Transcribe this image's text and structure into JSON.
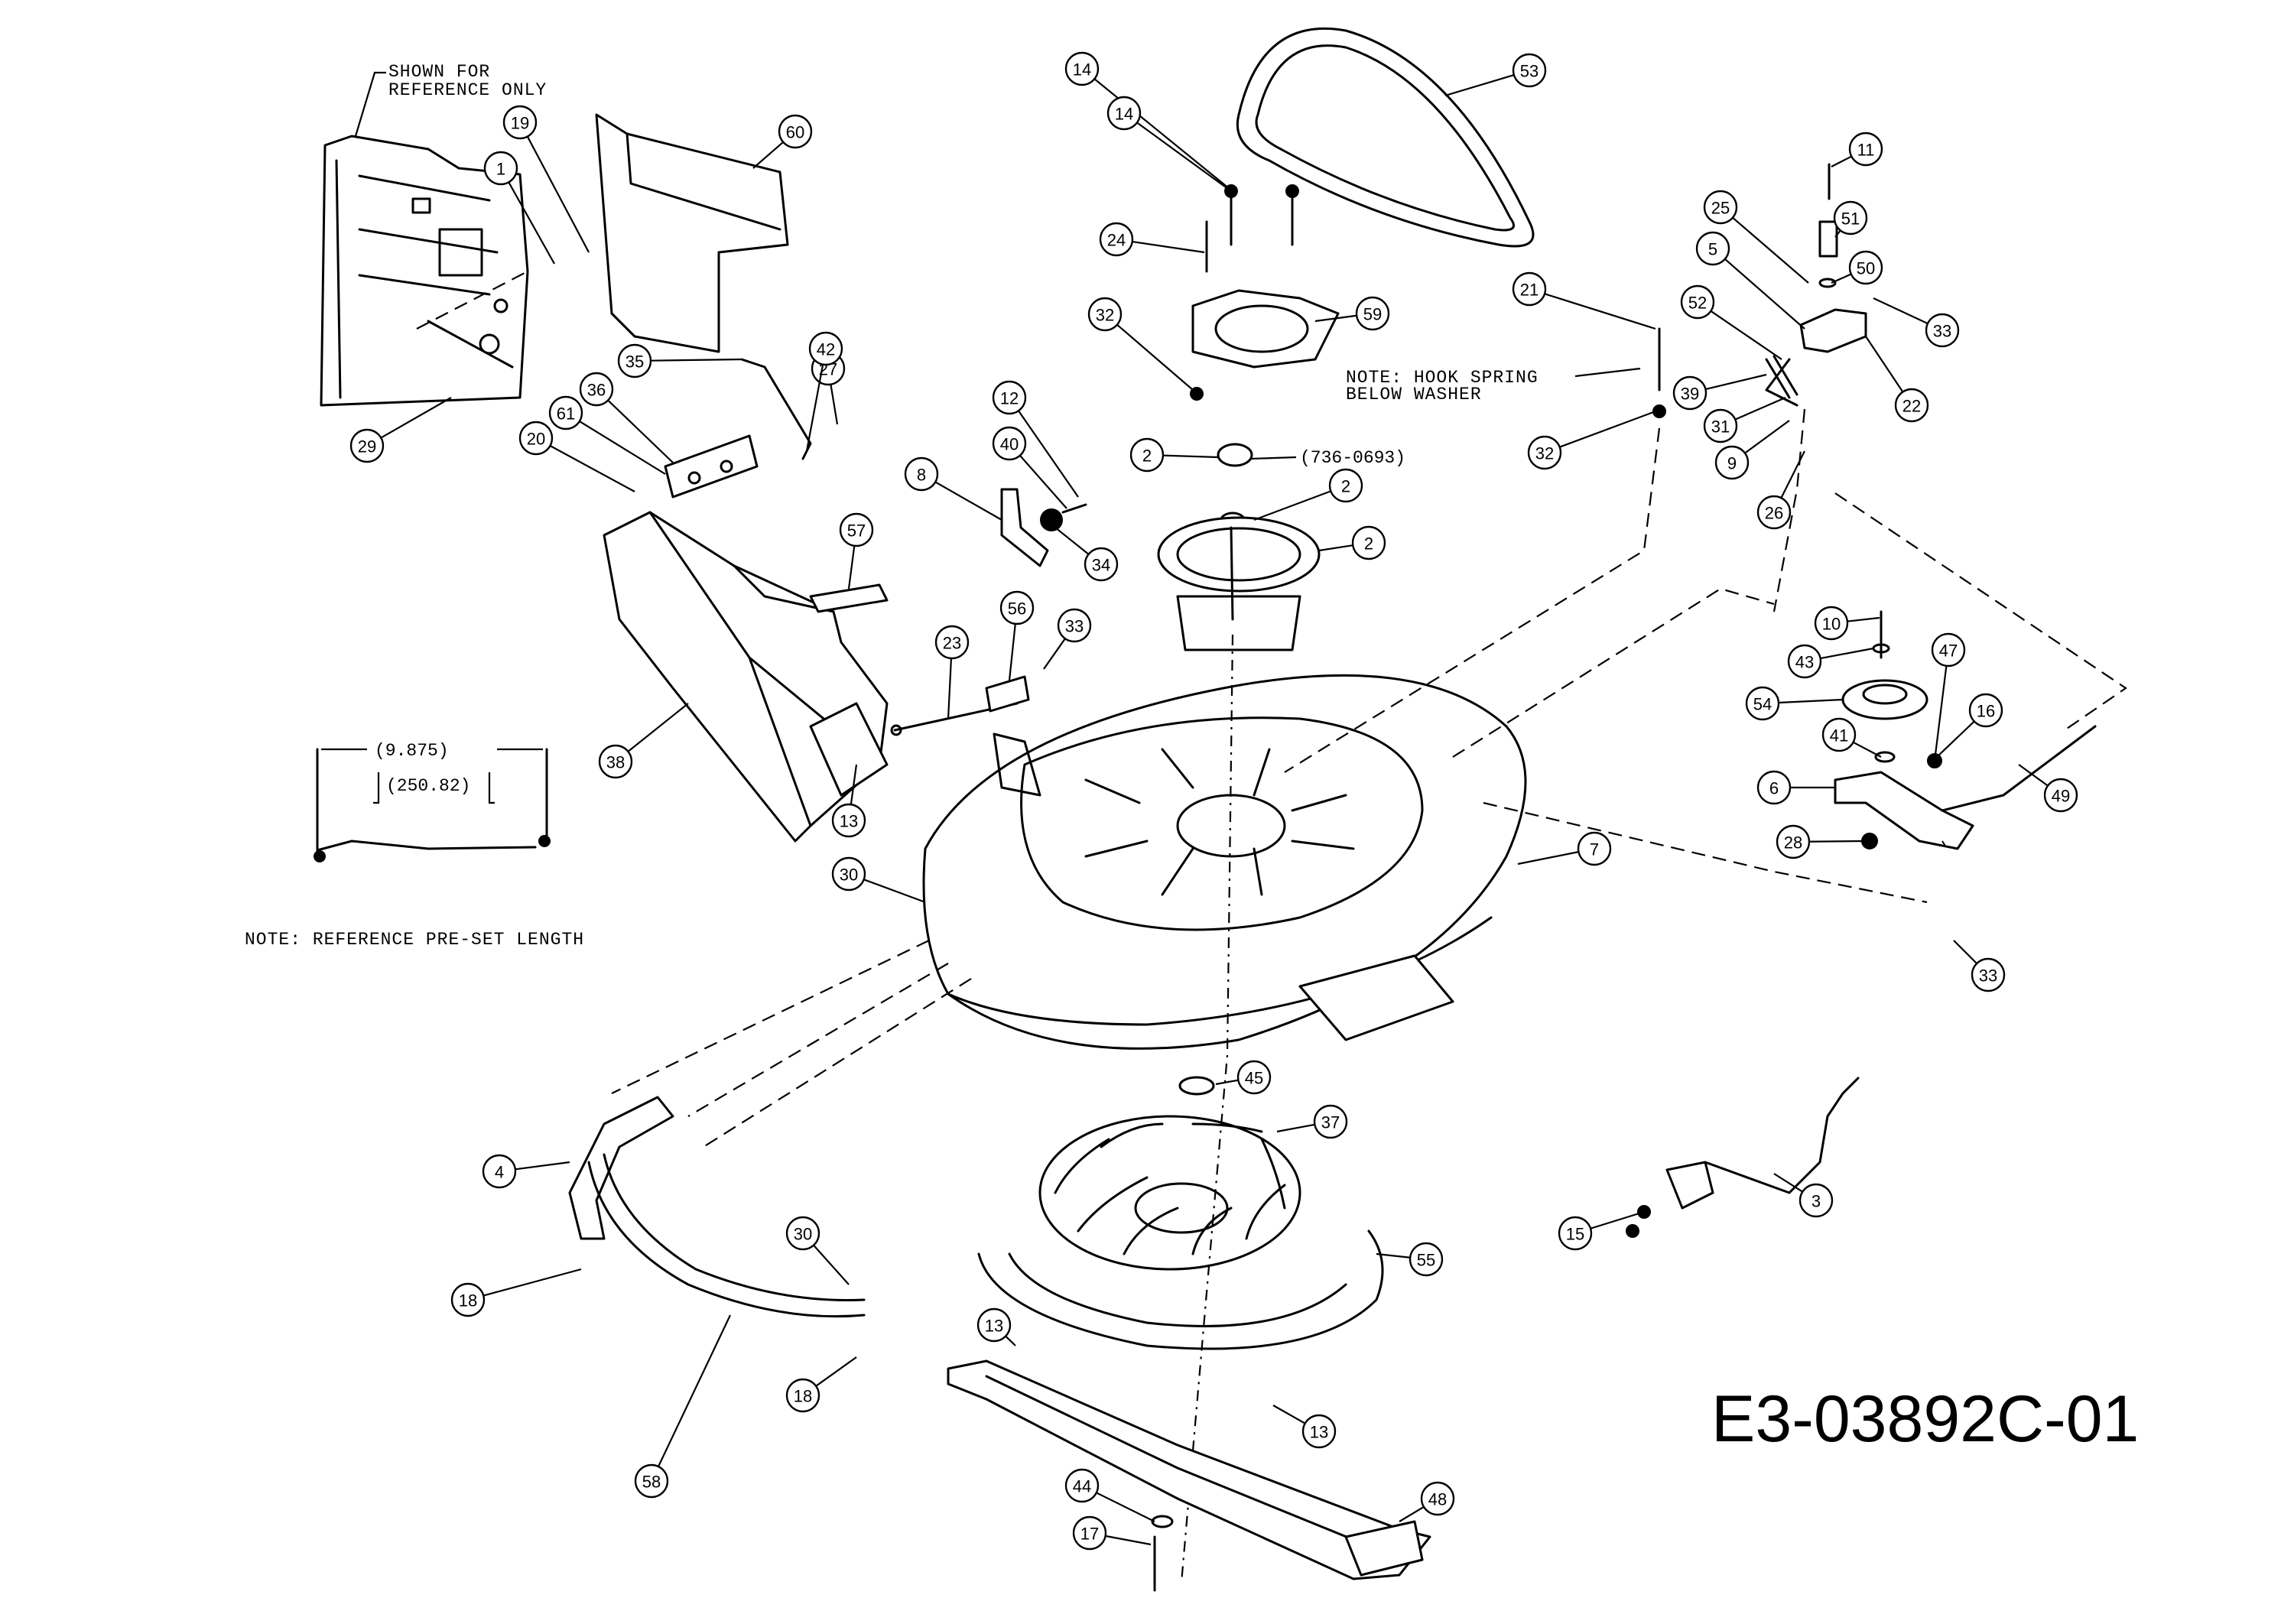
{
  "figure_id": "E3-03892C-01",
  "notes": {
    "reference_only_line1": "SHOWN FOR",
    "reference_only_line2": "REFERENCE ONLY",
    "hook_spring_line1": "NOTE: HOOK SPRING",
    "hook_spring_line2": "BELOW WASHER",
    "preset_length": "NOTE: REFERENCE PRE-SET LENGTH"
  },
  "dimensions": {
    "inches": "(9.875)",
    "millimeters": "(250.82)",
    "part_number": "(736-0693)"
  },
  "callouts": [
    "1",
    "2",
    "3",
    "4",
    "5",
    "6",
    "7",
    "8",
    "9",
    "10",
    "11",
    "12",
    "13",
    "14",
    "15",
    "16",
    "17",
    "18",
    "19",
    "20",
    "21",
    "22",
    "23",
    "24",
    "25",
    "26",
    "27",
    "28",
    "29",
    "30",
    "31",
    "32",
    "33",
    "34",
    "35",
    "36",
    "37",
    "38",
    "39",
    "40",
    "41",
    "42",
    "43",
    "44",
    "45",
    "47",
    "48",
    "49",
    "50",
    "51",
    "52",
    "53",
    "54",
    "55",
    "56",
    "57",
    "58",
    "59",
    "60",
    "61"
  ]
}
